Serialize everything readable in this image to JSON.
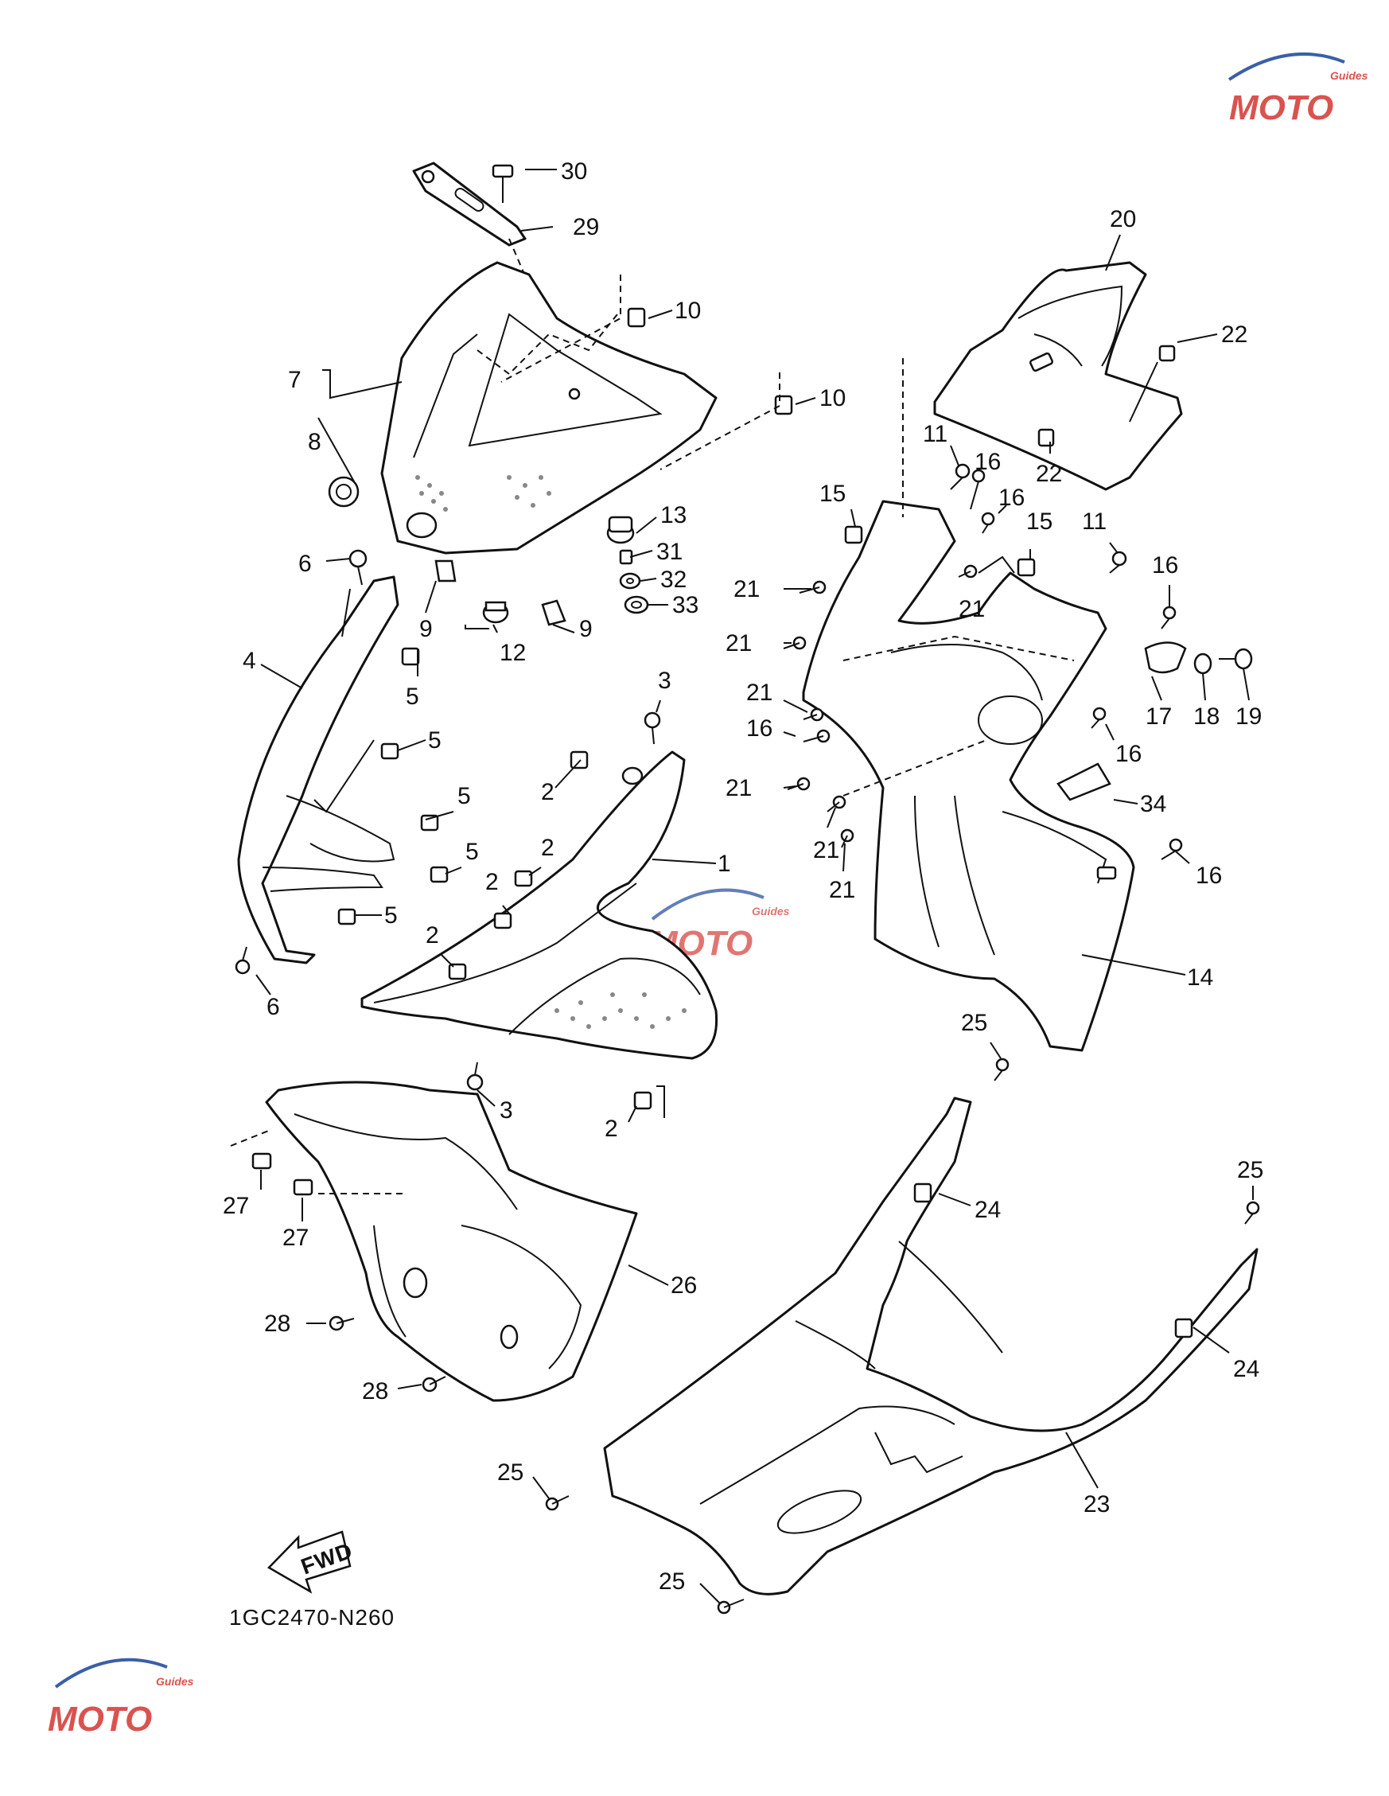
{
  "diagram_code": "1GC2470-N260",
  "direction_arrow": "FWD",
  "watermark": {
    "text": "MOTO",
    "subtext": "Guides",
    "color": "#d9534f",
    "accent": "#3a5fa8"
  },
  "callouts": {
    "c1": "1",
    "c2a": "2",
    "c2b": "2",
    "c2c": "2",
    "c2d": "2",
    "c2e": "2",
    "c3a": "3",
    "c3b": "3",
    "c4": "4",
    "c5a": "5",
    "c5b": "5",
    "c5c": "5",
    "c5d": "5",
    "c5e": "5",
    "c6a": "6",
    "c6b": "6",
    "c7": "7",
    "c8": "8",
    "c9a": "9",
    "c9b": "9",
    "c10a": "10",
    "c10b": "10",
    "c11a": "11",
    "c11b": "11",
    "c12": "12",
    "c13": "13",
    "c14": "14",
    "c15a": "15",
    "c15b": "15",
    "c16a": "16",
    "c16b": "16",
    "c16c": "16",
    "c16d": "16",
    "c16e": "16",
    "c16f": "16",
    "c17": "17",
    "c18": "18",
    "c19": "19",
    "c20": "20",
    "c21a": "21",
    "c21b": "21",
    "c21c": "21",
    "c21d": "21",
    "c21e": "21",
    "c21f": "21",
    "c21g": "21",
    "c22a": "22",
    "c22b": "22",
    "c23": "23",
    "c24a": "24",
    "c24b": "24",
    "c25a": "25",
    "c25b": "25",
    "c25c": "25",
    "c25d": "25",
    "c26": "26",
    "c27a": "27",
    "c27b": "27",
    "c28a": "28",
    "c28b": "28",
    "c29": "29",
    "c30": "30",
    "c31": "31",
    "c32": "32",
    "c33": "33",
    "c34": "34"
  }
}
